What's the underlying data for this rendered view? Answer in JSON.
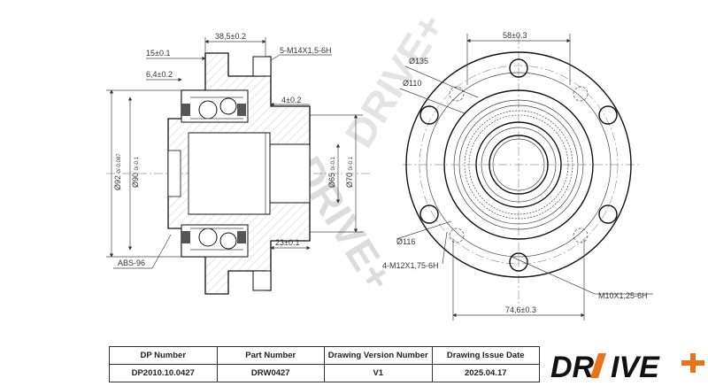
{
  "dims": {
    "d385": "38,5±0.2",
    "d15": "15±0.1",
    "d64": "6,4±0.2",
    "dM14": "5-M14X1,5-6H",
    "d4": "4±0.2",
    "d23": "23±0.1",
    "dABS": "ABS-96",
    "d920": "Ø92",
    "d920tol": "0/-0.087",
    "d90": "Ø90",
    "d90tol": "0/-0.1",
    "d65": "Ø65",
    "d65tol": "0/-0.1",
    "d70": "Ø70",
    "d70tol": "0/-0.1",
    "d58": "58±0.3",
    "d135": "Ø135",
    "d110": "Ø110",
    "d116": "Ø116",
    "dM12": "4-M12X1,75-6H",
    "dM10": "M10X1,25-6H",
    "d746": "74,6±0.3"
  },
  "watermark": "DRIVE+",
  "titleblock": {
    "headers": [
      "DP Number",
      "Part Number",
      "Drawing Version Number",
      "Drawing Issue Date"
    ],
    "values": [
      "DP2010.10.0427",
      "DRW0427",
      "V1",
      "2025.04.17"
    ]
  },
  "logo": {
    "text_dr": "DR",
    "text_ive": "IVE",
    "accent": "#e8731a",
    "dark": "#111111"
  }
}
